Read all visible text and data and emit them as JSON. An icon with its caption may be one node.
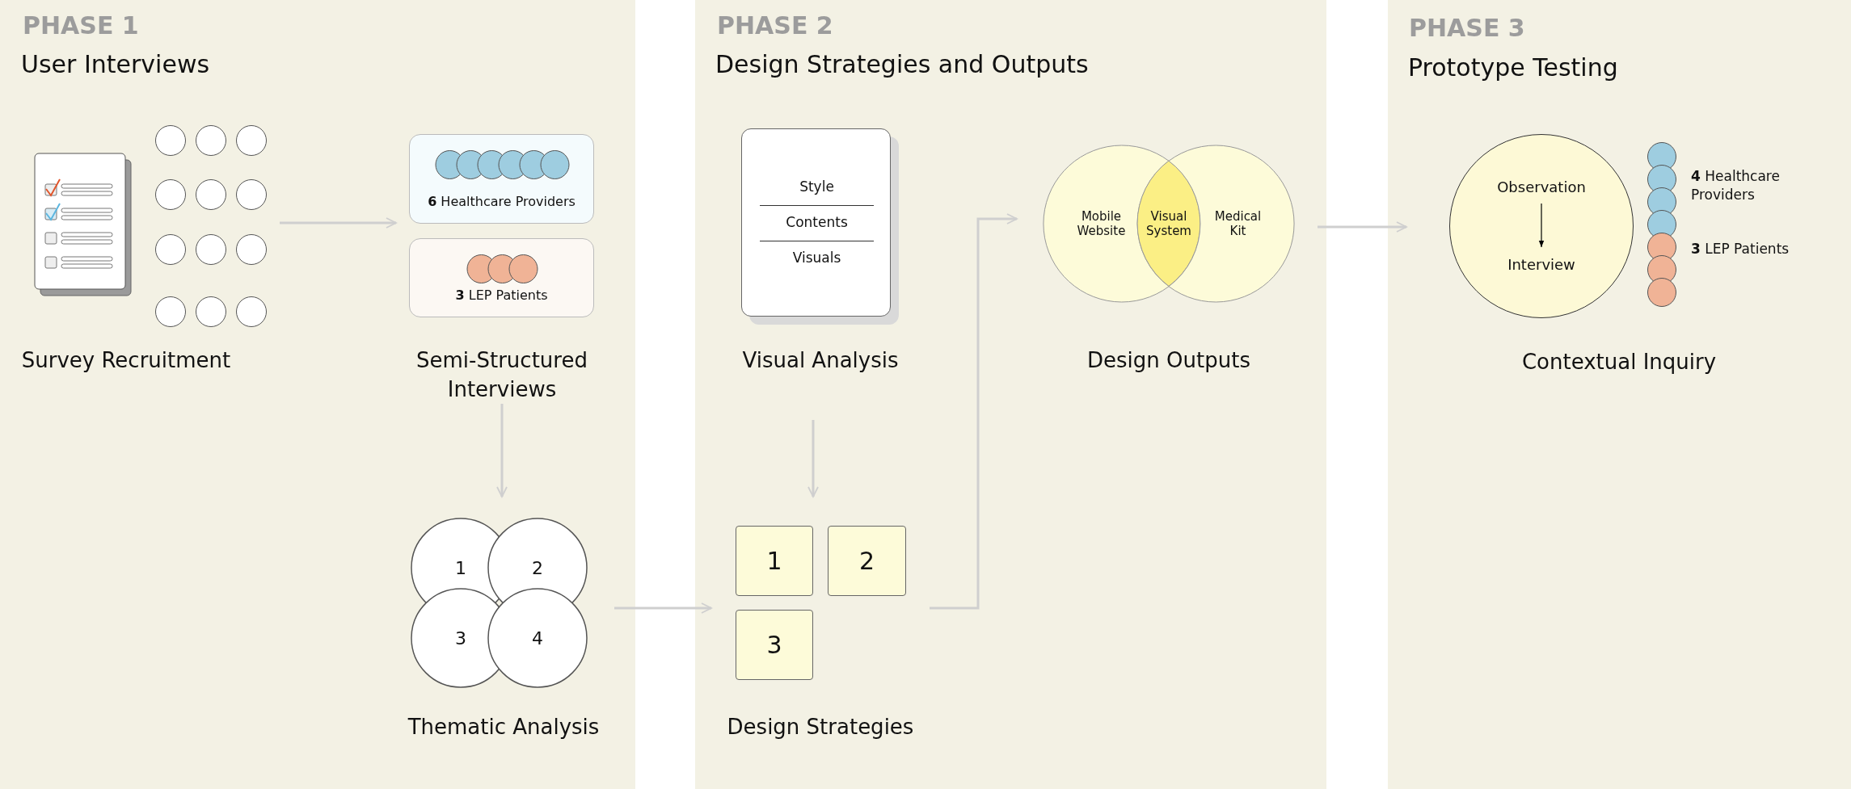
{
  "diagram": {
    "nodes": [
      {
        "text": [
          "PHASE 1",
          "User Interviews"
        ]
      },
      {
        "text": [
          "Survey Recruitment"
        ],
        "in": 0
      },
      {
        "text": [
          "Semi-Structured Interviews"
        ],
        "in": 0
      },
      {
        "text": [
          "**6** Healthcare Providers"
        ],
        "in": 2
      },
      {
        "text": [
          "**3** LEP Patients"
        ],
        "in": 2
      },
      {
        "text": [
          "Thematic Analysis"
        ],
        "in": 0
      },
      {
        "text": [
          "1"
        ],
        "in": 5
      },
      {
        "text": [
          "2"
        ],
        "in": 5
      },
      {
        "text": [
          "3"
        ],
        "in": 5
      },
      {
        "text": [
          "4"
        ],
        "in": 5
      },
      {
        "text": [
          "PHASE 2",
          "Design Strategies and Outputs"
        ]
      },
      {
        "text": [
          "Visual Analysis"
        ],
        "in": 10
      },
      {
        "text": [
          "Style",
          "Contents",
          "Visuals"
        ],
        "in": 11
      },
      {
        "text": [
          "Design Strategies"
        ],
        "in": 10
      },
      {
        "text": [
          "1"
        ],
        "in": 13
      },
      {
        "text": [
          "2"
        ],
        "in": 13
      },
      {
        "text": [
          "3"
        ],
        "in": 13
      },
      {
        "text": [
          "Design Outputs"
        ],
        "in": 10
      },
      {
        "text": [
          "Mobile Website"
        ],
        "in": 17
      },
      {
        "text": [
          "Visual System"
        ],
        "in": 17
      },
      {
        "text": [
          "Medical Kit"
        ],
        "in": 17
      },
      {
        "text": [
          "PHASE 3",
          "Prototype Testing"
        ]
      },
      {
        "text": [
          "Contextual Inquiry"
        ],
        "in": 21
      },
      {
        "text": [
          "Observation"
        ],
        "in": 22
      },
      {
        "text": [
          "Interview"
        ],
        "in": 22
      }
    ],
    "edges": [
      {
        "from": 1,
        "to": 2,
        "arrow": "to"
      },
      {
        "from": 2,
        "to": 5,
        "arrow": "to"
      },
      {
        "from": 5,
        "to": 13,
        "arrow": "to"
      },
      {
        "from": 11,
        "to": 13,
        "arrow": "to"
      },
      {
        "from": 13,
        "to": 17,
        "arrow": "to"
      },
      {
        "from": 17,
        "to": 22,
        "arrow": "to"
      },
      {
        "from": 23,
        "to": 24,
        "arrow": "to",
        "color": "#000000"
      }
    ],
    "labels": [
      "**4** Healthcare Providers",
      "**3** LEP Patients"
    ]
  }
}
